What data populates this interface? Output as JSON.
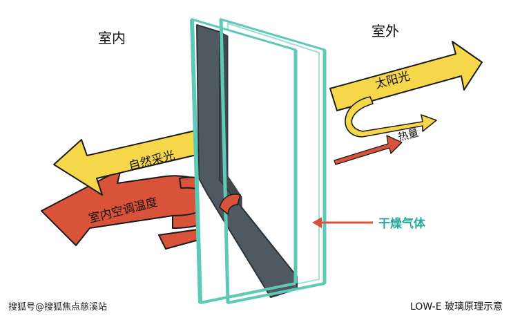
{
  "labels": {
    "indoor": "室内",
    "outdoor": "室外",
    "sunlight": "太阳光",
    "heat": "热量",
    "natural_light": "自然采光",
    "indoor_ac_temp": "室内空调温度",
    "dry_gas": "干燥气体"
  },
  "footer": {
    "watermark": "搜狐号@搜狐焦点慈溪站",
    "caption": "LOW-E 玻璃原理示意"
  },
  "colors": {
    "yellow_arrow": "#F7D74A",
    "red_arrow": "#D9533A",
    "glass_edge": "#5FC9B7",
    "spacer_dark": "#4E5961",
    "dry_gas_text": "#27A99A"
  }
}
